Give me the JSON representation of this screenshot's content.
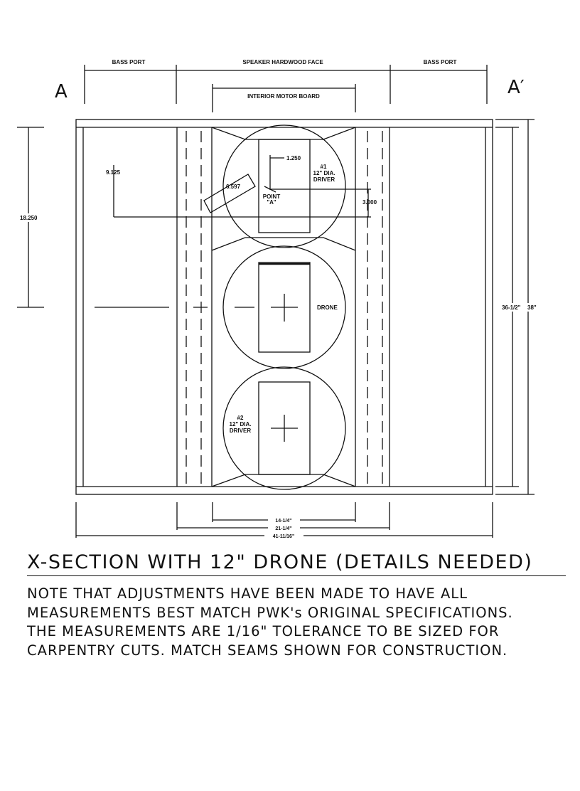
{
  "labels": {
    "bass_port_left": "BASS PORT",
    "speaker_face": "SPEAKER HARDWOOD FACE",
    "bass_port_right": "BASS PORT",
    "section_a": "A",
    "section_a_prime": "A′",
    "interior_motor_board": "INTERIOR MOTOR BOARD"
  },
  "dimensions": {
    "d_9125": "9.125",
    "d_18250": "18.250",
    "d_6597": "6.597",
    "d_1250": "1.250",
    "d_3000": "3.000",
    "d_36_half": "36-1/2\"",
    "d_38": "38\"",
    "w_14_quarter": "14-1/4\"",
    "w_21_quarter": "21-1/4\"",
    "w_41_11_16": "41-11/16\""
  },
  "components": {
    "driver1_line1": "#1",
    "driver1_line2": "12\" DIA.",
    "driver1_line3": "DRIVER",
    "point_a_line1": "POINT",
    "point_a_line2": "\"A\"",
    "drone": "DRONE",
    "driver2_line1": "#2",
    "driver2_line2": "12\" DIA.",
    "driver2_line3": "DRIVER"
  },
  "title": "X-SECTION WITH 12\" DRONE (DETAILS NEEDED)",
  "notes": [
    "NOTE THAT ADJUSTMENTS HAVE BEEN MADE TO HAVE ALL",
    "MEASUREMENTS BEST MATCH PWK's ORIGINAL SPECIFICATIONS.",
    "THE MEASUREMENTS ARE 1/16\" TOLERANCE TO BE SIZED FOR",
    "CARPENTRY CUTS.  MATCH SEAMS SHOWN FOR CONSTRUCTION."
  ]
}
